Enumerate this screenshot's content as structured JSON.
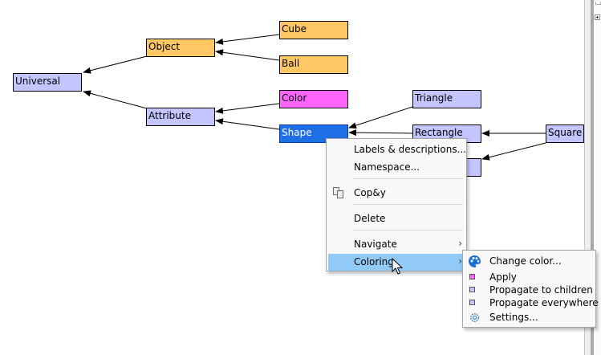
{
  "graph": {
    "nodes": [
      {
        "id": "universal",
        "label": "Universal",
        "color": "#c4c4ff"
      },
      {
        "id": "object",
        "label": "Object",
        "color": "#ffc864"
      },
      {
        "id": "attribute",
        "label": "Attribute",
        "color": "#c4c4ff"
      },
      {
        "id": "cube",
        "label": "Cube",
        "color": "#ffc864"
      },
      {
        "id": "ball",
        "label": "Ball",
        "color": "#ffc864"
      },
      {
        "id": "color",
        "label": "Color",
        "color": "#ff64ff"
      },
      {
        "id": "shape",
        "label": "Shape",
        "color": "#1e6ee6",
        "selected": true
      },
      {
        "id": "triangle",
        "label": "Triangle",
        "color": "#c4c4ff"
      },
      {
        "id": "rectangle",
        "label": "Rectangle",
        "color": "#c4c4ff"
      },
      {
        "id": "square",
        "label": "Square",
        "color": "#c4c4ff"
      }
    ],
    "edges": [
      {
        "from": "object",
        "to": "universal"
      },
      {
        "from": "attribute",
        "to": "universal"
      },
      {
        "from": "cube",
        "to": "object"
      },
      {
        "from": "ball",
        "to": "object"
      },
      {
        "from": "color",
        "to": "attribute"
      },
      {
        "from": "shape",
        "to": "attribute"
      },
      {
        "from": "triangle",
        "to": "shape"
      },
      {
        "from": "rectangle",
        "to": "shape"
      },
      {
        "from": "square",
        "to": "rectangle"
      },
      {
        "from": "square",
        "to": "hidden-node"
      }
    ]
  },
  "context_menu": {
    "items": [
      {
        "label": "Labels & descriptions..."
      },
      {
        "label": "Namespace..."
      },
      {
        "label": "Cop&y",
        "icon": "copy-icon"
      },
      {
        "label": "Delete"
      },
      {
        "label": "Navigate",
        "submenu": true
      },
      {
        "label": "Coloring",
        "submenu": true,
        "highlighted": true
      }
    ]
  },
  "coloring_submenu": {
    "items": [
      {
        "label": "Change color...",
        "icon": "palette-icon"
      },
      {
        "label": "Apply",
        "icon": "color-swatch-icon",
        "swatch": "#ff64ff"
      },
      {
        "label": "Propagate to children",
        "icon": "color-swatch-icon",
        "swatch": "#c4c4ff"
      },
      {
        "label": "Propagate everywhere",
        "icon": "color-swatch-icon",
        "swatch": "#c4c4ff"
      },
      {
        "label": "Settings...",
        "icon": "gear-icon"
      }
    ]
  },
  "colors": {
    "highlight": "#91c9f7",
    "selection": "#1e6ee6",
    "palette_blue": "#1a6fd6"
  }
}
